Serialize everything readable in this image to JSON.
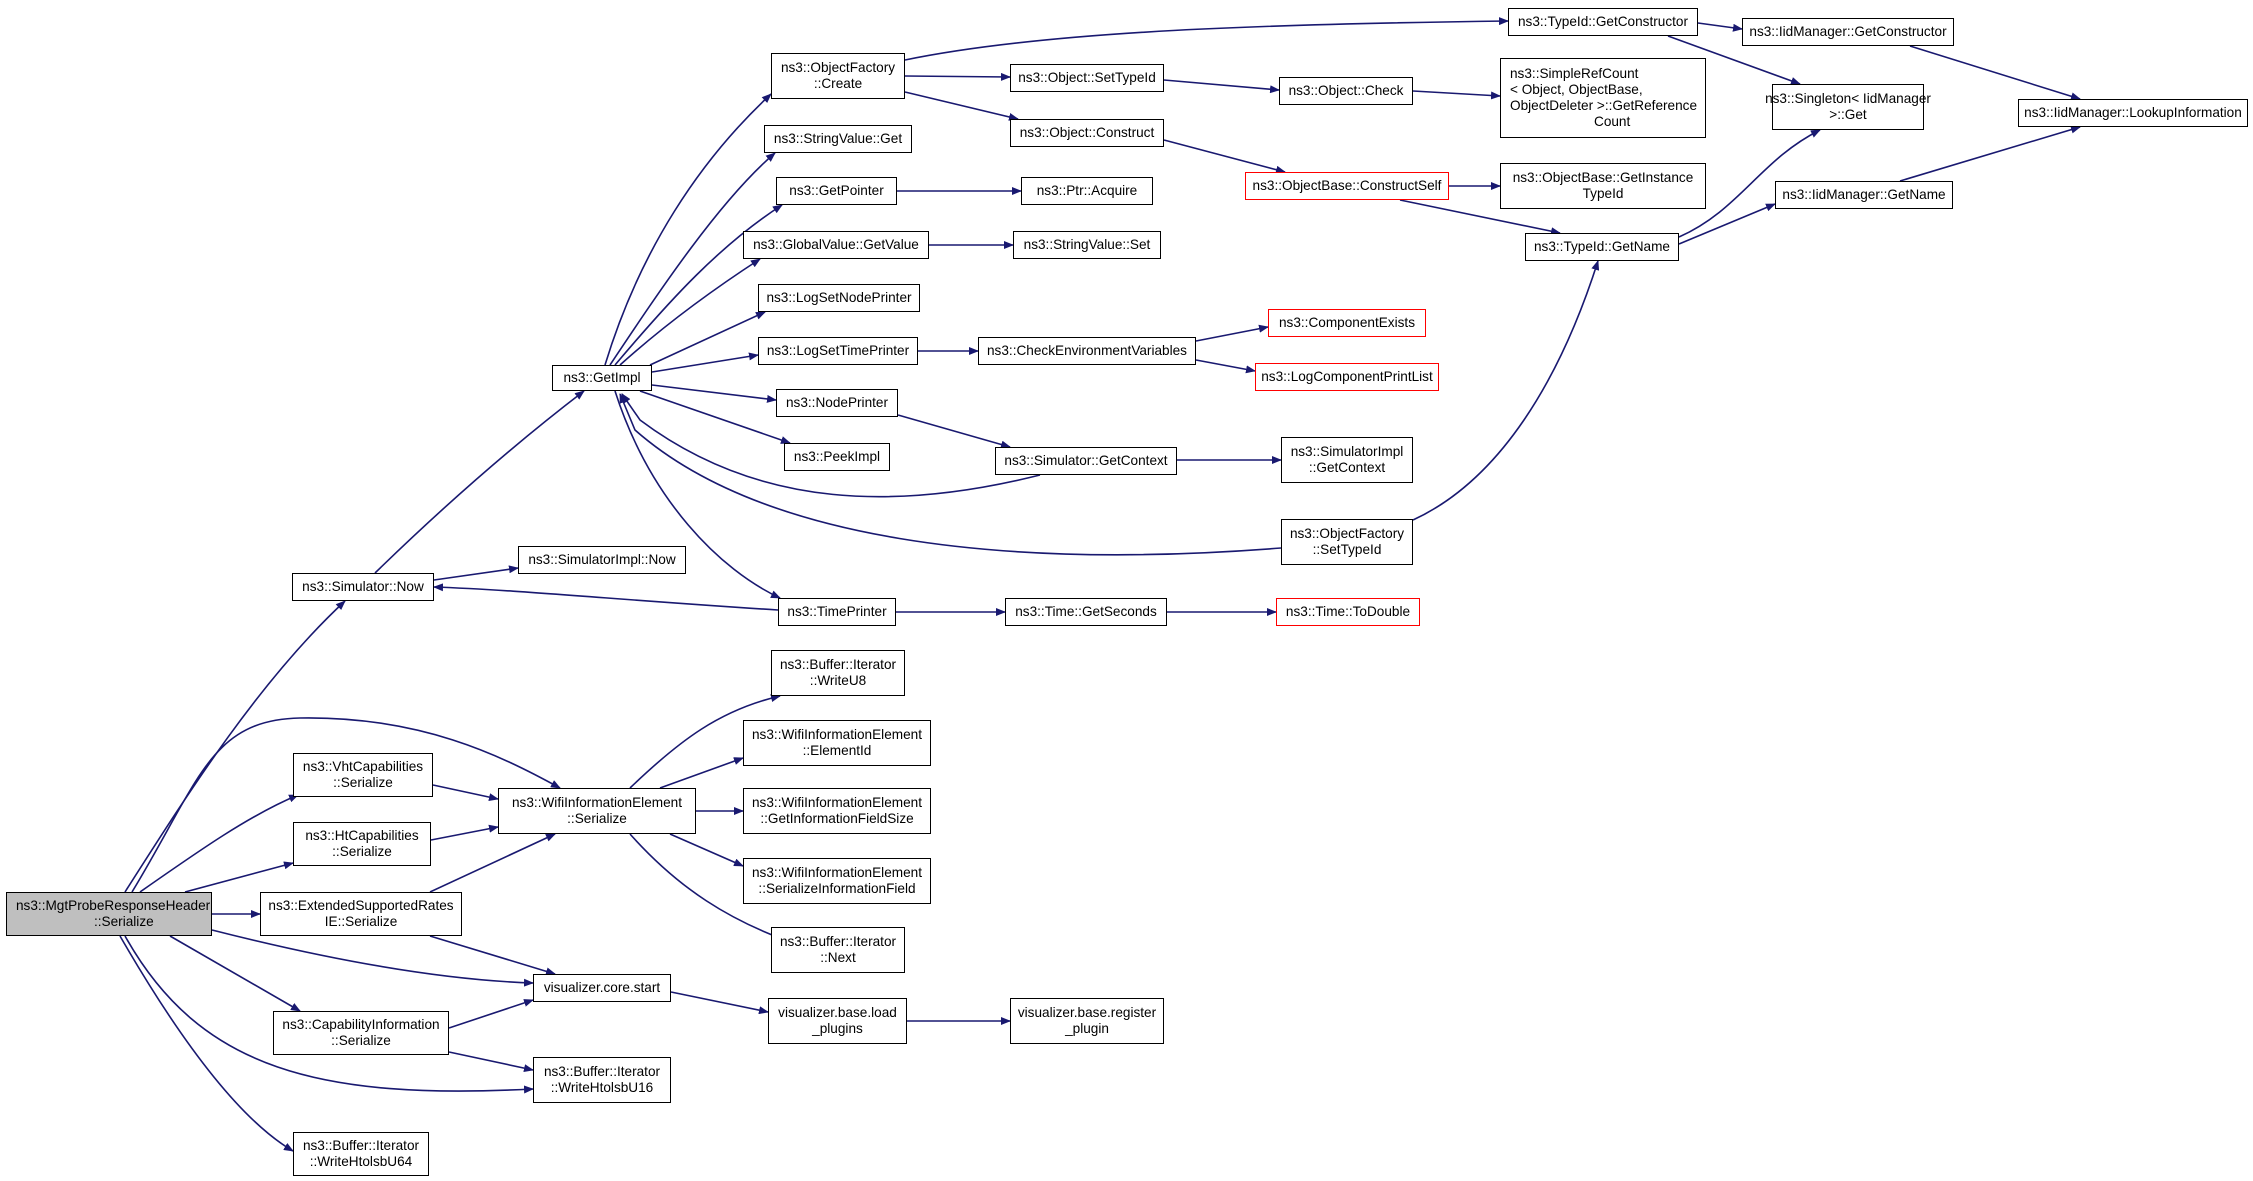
{
  "graph": {
    "colors": {
      "edge": "#191970",
      "node_border": "#000000",
      "incomplete_border": "#ff0000",
      "root_fill": "#bfbfbf"
    },
    "nodes": {
      "root": {
        "lines": [
          "ns3::MgtProbeResponseHeader",
          "::Serialize"
        ]
      },
      "sim_now": {
        "lines": [
          "ns3::Simulator::Now"
        ]
      },
      "vht_ser": {
        "lines": [
          "ns3::VhtCapabilities",
          "::Serialize"
        ]
      },
      "ht_ser": {
        "lines": [
          "ns3::HtCapabilities",
          "::Serialize"
        ]
      },
      "ext_ser": {
        "lines": [
          "ns3::ExtendedSupportedRates",
          "IE::Serialize"
        ]
      },
      "cap_ser": {
        "lines": [
          "ns3::CapabilityInformation",
          "::Serialize"
        ]
      },
      "wr64": {
        "lines": [
          "ns3::Buffer::Iterator",
          "::WriteHtolsbU64"
        ]
      },
      "getimpl": {
        "lines": [
          "ns3::GetImpl"
        ]
      },
      "simimpl_now": {
        "lines": [
          "ns3::SimulatorImpl::Now"
        ]
      },
      "wie_ser": {
        "lines": [
          "ns3::WifiInformationElement",
          "::Serialize"
        ]
      },
      "viz_start": {
        "lines": [
          "visualizer.core.start"
        ]
      },
      "wr16": {
        "lines": [
          "ns3::Buffer::Iterator",
          "::WriteHtolsbU16"
        ]
      },
      "of_create": {
        "lines": [
          "ns3::ObjectFactory",
          "::Create"
        ]
      },
      "sv_get": {
        "lines": [
          "ns3::StringValue::Get"
        ]
      },
      "getpointer": {
        "lines": [
          "ns3::GetPointer"
        ]
      },
      "gv_getvalue": {
        "lines": [
          "ns3::GlobalValue::GetValue"
        ]
      },
      "lsnp": {
        "lines": [
          "ns3::LogSetNodePrinter"
        ]
      },
      "lstp": {
        "lines": [
          "ns3::LogSetTimePrinter"
        ]
      },
      "nodeprinter": {
        "lines": [
          "ns3::NodePrinter"
        ]
      },
      "peekimpl": {
        "lines": [
          "ns3::PeekImpl"
        ]
      },
      "timeprinter": {
        "lines": [
          "ns3::TimePrinter"
        ]
      },
      "wu8": {
        "lines": [
          "ns3::Buffer::Iterator",
          "::WriteU8"
        ]
      },
      "wie_eid": {
        "lines": [
          "ns3::WifiInformationElement",
          "::ElementId"
        ]
      },
      "wie_gifs": {
        "lines": [
          "ns3::WifiInformationElement",
          "::GetInformationFieldSize"
        ]
      },
      "wie_sif": {
        "lines": [
          "ns3::WifiInformationElement",
          "::SerializeInformationField"
        ]
      },
      "next": {
        "lines": [
          "ns3::Buffer::Iterator",
          "::Next"
        ]
      },
      "viz_load": {
        "lines": [
          "visualizer.base.load",
          "_plugins"
        ]
      },
      "obj_settid": {
        "lines": [
          "ns3::Object::SetTypeId"
        ]
      },
      "obj_construct": {
        "lines": [
          "ns3::Object::Construct"
        ]
      },
      "ptr_acquire": {
        "lines": [
          "ns3::Ptr::Acquire"
        ]
      },
      "sv_set": {
        "lines": [
          "ns3::StringValue::Set"
        ]
      },
      "check_env": {
        "lines": [
          "ns3::CheckEnvironmentVariables"
        ]
      },
      "sim_getctx": {
        "lines": [
          "ns3::Simulator::GetContext"
        ]
      },
      "time_getsec": {
        "lines": [
          "ns3::Time::GetSeconds"
        ]
      },
      "viz_reg": {
        "lines": [
          "visualizer.base.register",
          "_plugin"
        ]
      },
      "obj_check": {
        "lines": [
          "ns3::Object::Check"
        ]
      },
      "ob_constructself": {
        "lines": [
          "ns3::ObjectBase::ConstructSelf"
        ]
      },
      "compexists": {
        "lines": [
          "ns3::ComponentExists"
        ]
      },
      "logcpl": {
        "lines": [
          "ns3::LogComponentPrintList"
        ]
      },
      "simimpl_getctx": {
        "lines": [
          "ns3::SimulatorImpl",
          "::GetContext"
        ]
      },
      "of_settid": {
        "lines": [
          "ns3::ObjectFactory",
          "::SetTypeId"
        ]
      },
      "time_todouble": {
        "lines": [
          "ns3::Time::ToDouble"
        ]
      },
      "tid_getctor": {
        "lines": [
          "ns3::TypeId::GetConstructor"
        ]
      },
      "src_getref": {
        "lines": [
          "ns3::SimpleRefCount",
          "< Object, ObjectBase,",
          "ObjectDeleter >::GetReference",
          "Count"
        ]
      },
      "ob_getinst": {
        "lines": [
          "ns3::ObjectBase::GetInstance",
          "TypeId"
        ]
      },
      "tid_getname": {
        "lines": [
          "ns3::TypeId::GetName"
        ]
      },
      "iid_getctor": {
        "lines": [
          "ns3::IidManager::GetConstructor"
        ]
      },
      "singleton_get": {
        "lines": [
          "ns3::Singleton< IidManager",
          ">::Get"
        ]
      },
      "iid_getname": {
        "lines": [
          "ns3::IidManager::GetName"
        ]
      },
      "iid_lookup": {
        "lines": [
          "ns3::IidManager::LookupInformation"
        ]
      }
    }
  }
}
